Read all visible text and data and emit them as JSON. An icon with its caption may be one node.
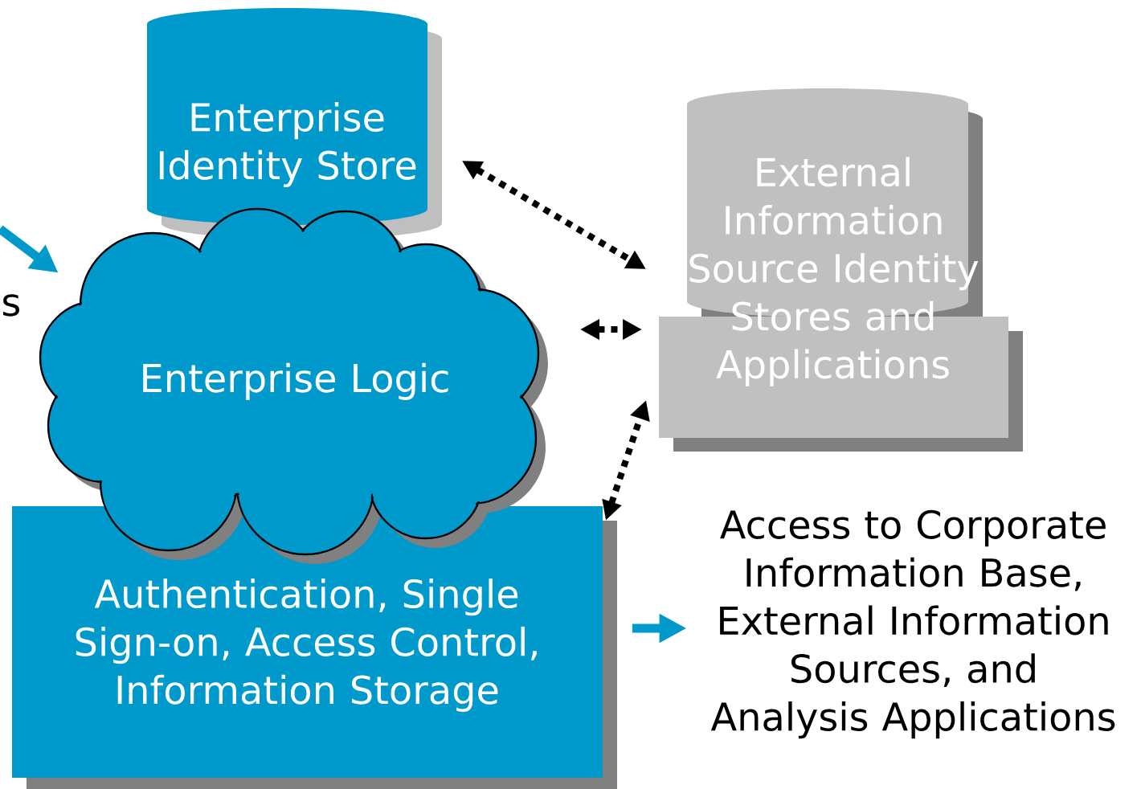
{
  "diagram": {
    "nodes": [
      {
        "text": [
          "Enterprise Identity Store"
        ]
      },
      {
        "text": [
          "Enterprise Logic"
        ]
      },
      {
        "text": [
          "External Information Source Identity Stores and Applications"
        ]
      },
      {
        "text": [
          "Authentication, Single Sign-on, Access Control, Information Storage"
        ]
      },
      {
        "text": [
          "Access to Corporate Information Base, External Information Sources, and Analysis Applications"
        ]
      }
    ],
    "edges": [
      {
        "from": null,
        "to": 1,
        "arrow": "to",
        "color": "#0099cc"
      },
      {
        "from": 0,
        "to": 2,
        "arrow": "both",
        "style": "dashed",
        "color": "#000000"
      },
      {
        "from": 1,
        "to": 2,
        "arrow": "both",
        "style": "dashed",
        "color": "#000000"
      },
      {
        "from": 3,
        "to": 2,
        "arrow": "both",
        "style": "dashed",
        "color": "#000000"
      },
      {
        "from": 3,
        "to": 4,
        "arrow": "to",
        "color": "#0099cc"
      }
    ],
    "labels": [
      "s"
    ]
  }
}
